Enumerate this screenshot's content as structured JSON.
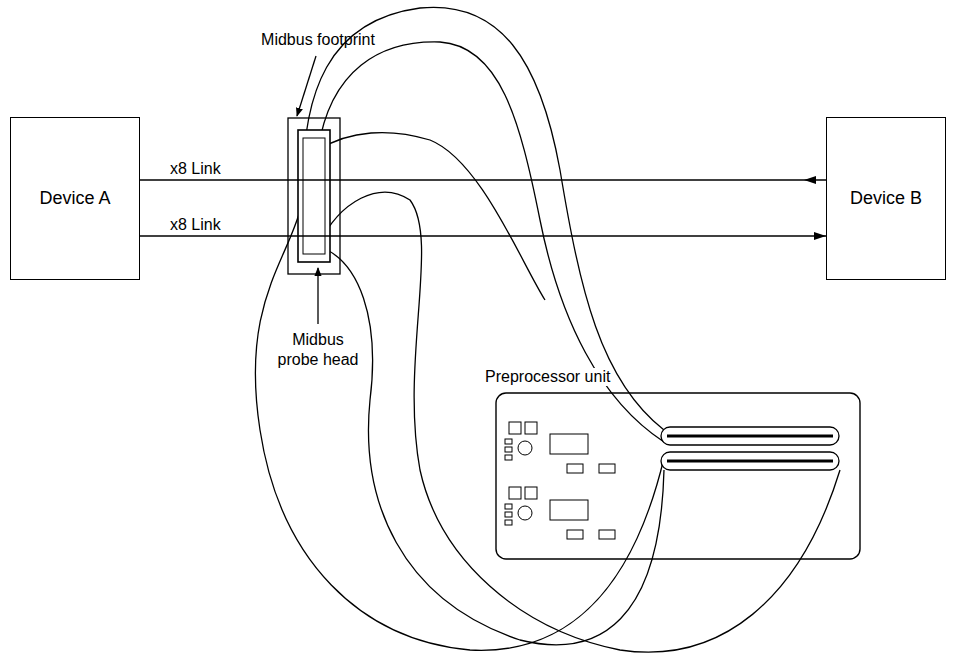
{
  "diagram": {
    "nodes": [
      {
        "text": [
          "Device A"
        ]
      },
      {
        "text": [
          "Device B"
        ]
      },
      {
        "text": [
          "Preprocessor unit"
        ]
      }
    ],
    "edges": [
      {
        "from": 0,
        "to": 1,
        "arrow": "to",
        "label": "x8 Link"
      },
      {
        "from": 0,
        "to": 1,
        "arrow": "to",
        "label": "x8 Link"
      }
    ],
    "labels": [
      "Midbus footprint",
      "Midbus probe head"
    ]
  }
}
